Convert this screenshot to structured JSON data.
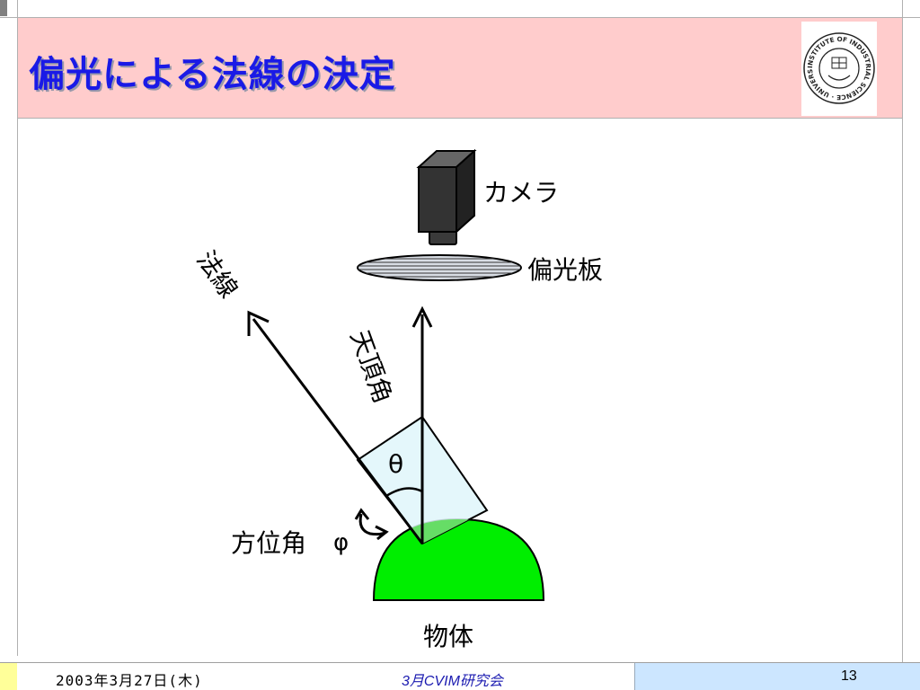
{
  "slide": {
    "title": "偏光による法線の決定",
    "logo_text": "INSTITUTE OF INDUSTRIAL SCIENCE · UNIVERSITY OF TOKYO ·"
  },
  "diagram": {
    "camera_label": "カメラ",
    "polarizer_label": "偏光板",
    "normal_label": "法線",
    "zenith_label": "天頂角",
    "theta_symbol": "θ",
    "azimuth_label": "方位角",
    "phi_symbol": "φ",
    "object_label": "物体"
  },
  "footer": {
    "date": "2003年3月27日(木)",
    "event": "3月CVIM研究会",
    "page": "13"
  },
  "colors": {
    "title": "#1a1ae6",
    "header_bg": "#ffcccc",
    "object_fill": "#00ee00",
    "cone_fill": "#dff6fa",
    "footer_right_bg": "#cce6ff"
  }
}
